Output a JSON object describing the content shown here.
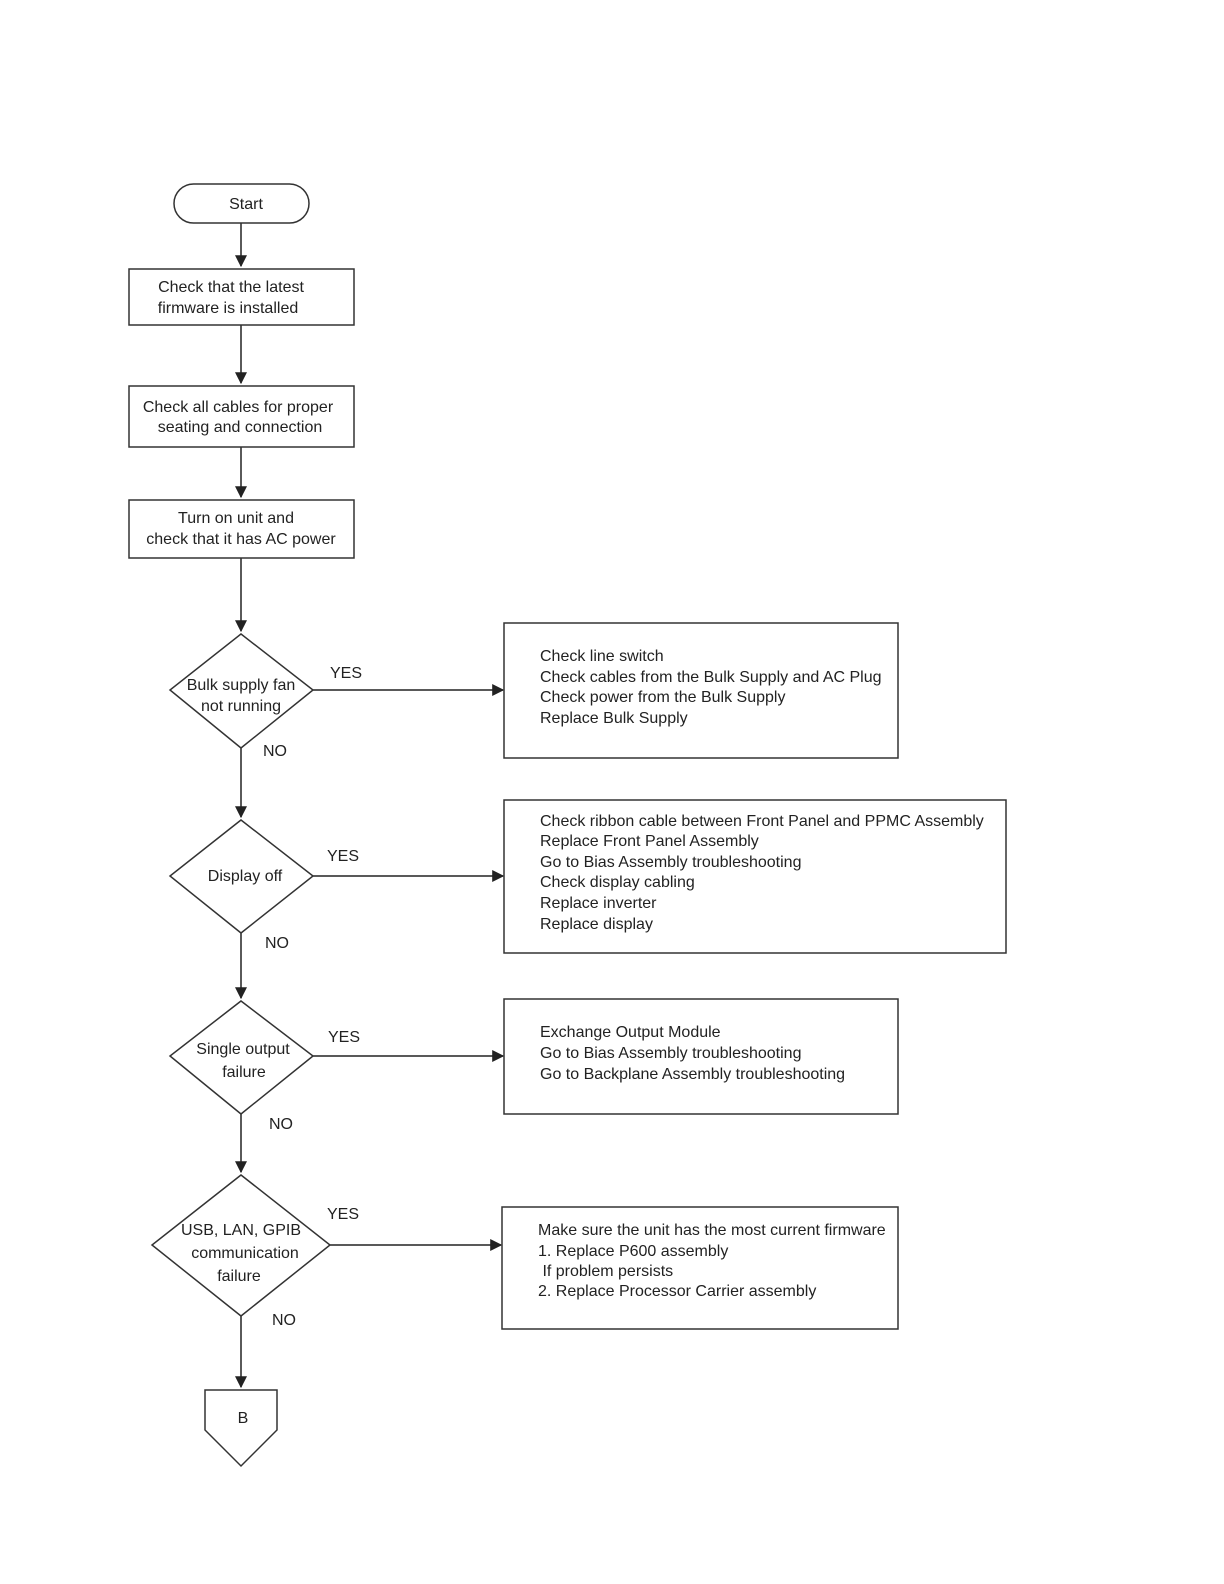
{
  "start_label": "Start",
  "steps": [
    [
      "Check that the latest",
      "firmware is installed"
    ],
    [
      "Check all cables for proper",
      "seating and connection"
    ],
    [
      "Turn on unit and",
      "check that it has AC power"
    ]
  ],
  "decisions": [
    {
      "lines": [
        "Bulk supply fan",
        "not running"
      ],
      "yes": "YES",
      "no": "NO",
      "actions": [
        "Check line switch",
        "Check cables from the Bulk Supply and AC Plug",
        "Check power from the Bulk Supply",
        "Replace Bulk Supply"
      ]
    },
    {
      "lines": [
        "Display off"
      ],
      "yes": "YES",
      "no": "NO",
      "actions": [
        "Check ribbon cable between Front Panel and PPMC Assembly",
        "Replace Front Panel Assembly",
        "Go to Bias Assembly troubleshooting",
        "Check display cabling",
        "Replace inverter",
        "Replace display"
      ]
    },
    {
      "lines": [
        "Single output",
        "failure"
      ],
      "yes": "YES",
      "no": "NO",
      "actions": [
        "Exchange Output Module",
        "Go to Bias Assembly troubleshooting",
        "Go to Backplane Assembly troubleshooting"
      ]
    },
    {
      "lines": [
        "USB, LAN, GPIB",
        "communication",
        "failure"
      ],
      "yes": "YES",
      "no": "NO",
      "actions": [
        "Make sure the unit has the most current firmware",
        "1. Replace P600 assembly",
        " If problem persists",
        "2. Replace Processor Carrier assembly"
      ]
    }
  ],
  "connector_label": "B"
}
